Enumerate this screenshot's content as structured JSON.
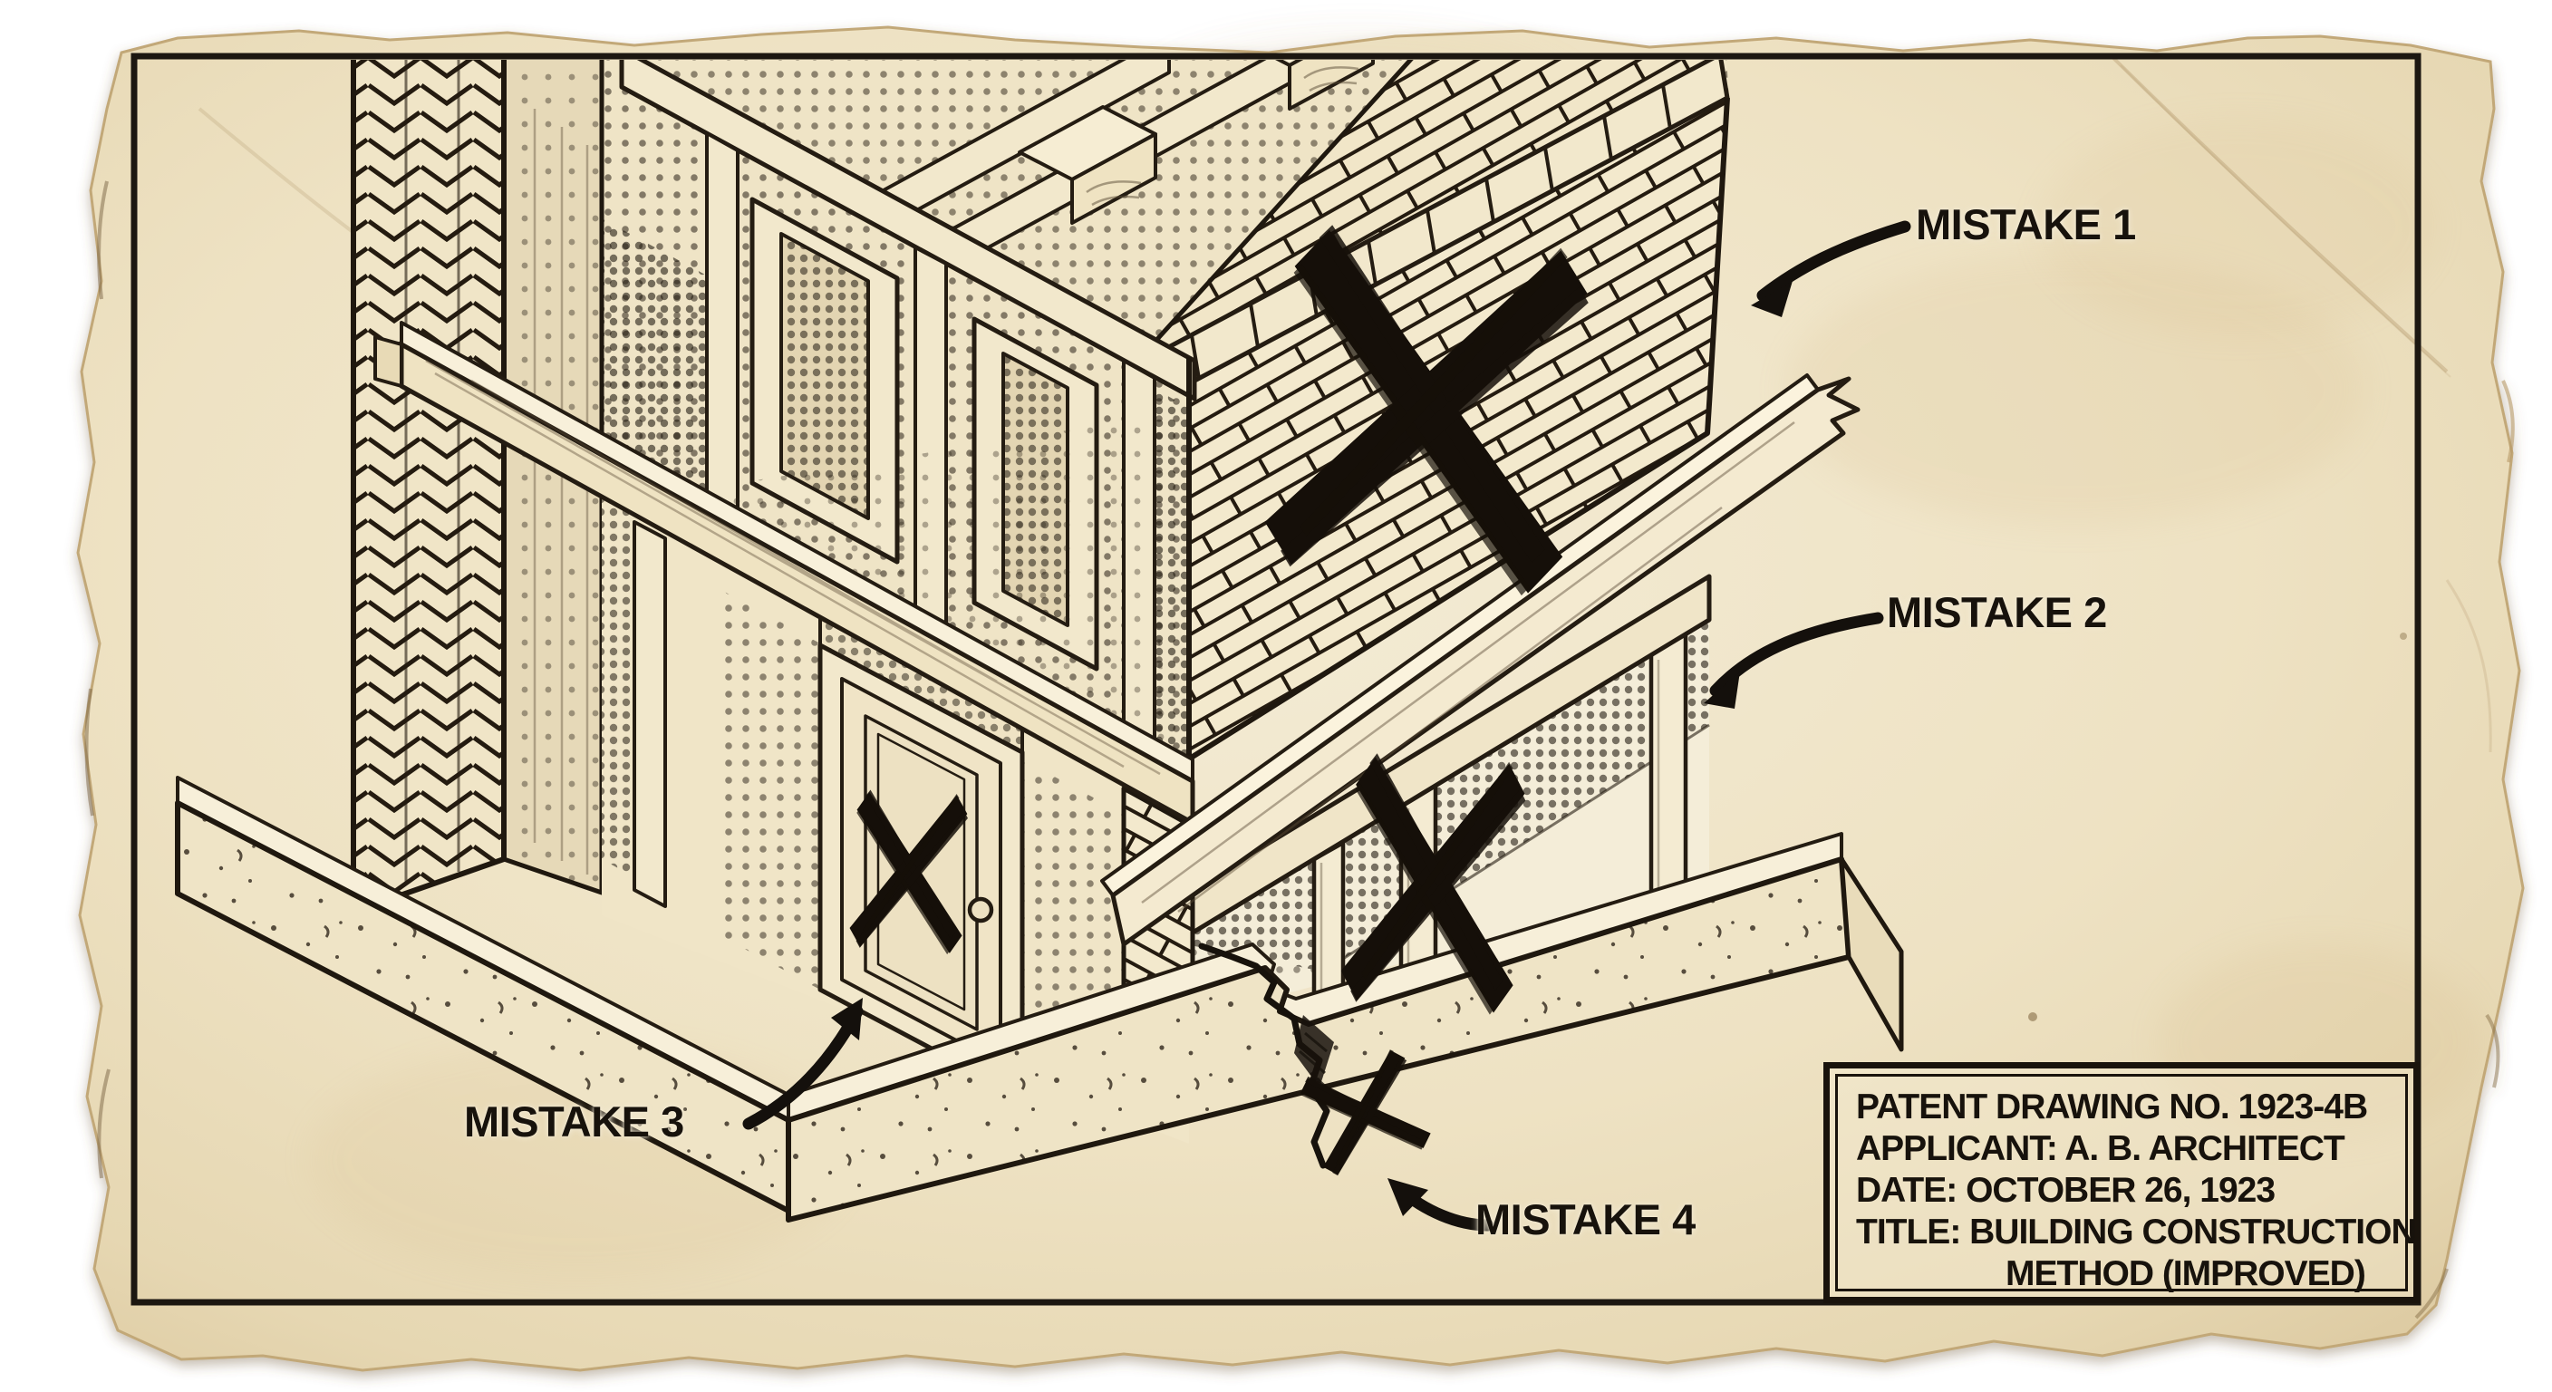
{
  "colors": {
    "background": "#ffffff",
    "paper": "#eee2c3",
    "ink": "#1a140d"
  },
  "annotations": {
    "mistake1": "MISTAKE 1",
    "mistake2": "MISTAKE 2",
    "mistake3": "MISTAKE 3",
    "mistake4": "MISTAKE 4"
  },
  "title_block": {
    "line1": "PATENT DRAWING NO. 1923-4B",
    "line2": "APPLICANT: A. B. ARCHITECT",
    "line3": "DATE: OCTOBER 26, 1923",
    "line4": "TITLE: BUILDING CONSTRUCTION",
    "line5": "METHOD (IMPROVED)"
  }
}
